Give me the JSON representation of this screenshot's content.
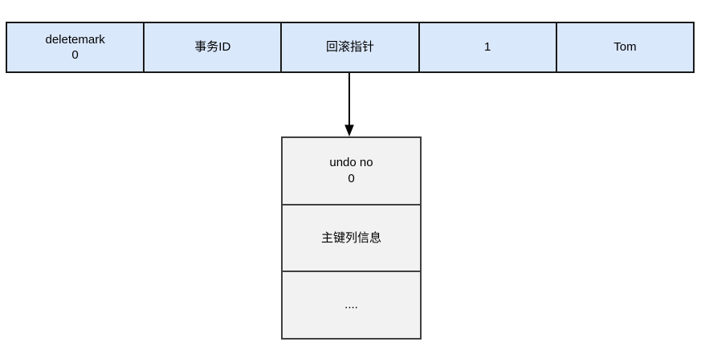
{
  "diagram": {
    "record_row": {
      "cells": [
        {
          "label": "deletemark",
          "sub": "0"
        },
        {
          "label": "事务ID",
          "sub": ""
        },
        {
          "label": "回滚指针",
          "sub": ""
        },
        {
          "label": "1",
          "sub": ""
        },
        {
          "label": "Tom",
          "sub": ""
        }
      ]
    },
    "undo_box": {
      "cells": [
        {
          "label": "undo no",
          "sub": "0"
        },
        {
          "label": "主键列信息",
          "sub": ""
        },
        {
          "label": "....",
          "sub": ""
        }
      ]
    },
    "arrow": {
      "description": "rollback-pointer-to-undo-log"
    },
    "colors": {
      "row_fill": "#dae8fc",
      "row_border": "#1a1a1a",
      "box_fill": "#f2f2f2",
      "box_border": "#404040",
      "arrow_color": "#000000",
      "text_color": "#000000"
    }
  }
}
